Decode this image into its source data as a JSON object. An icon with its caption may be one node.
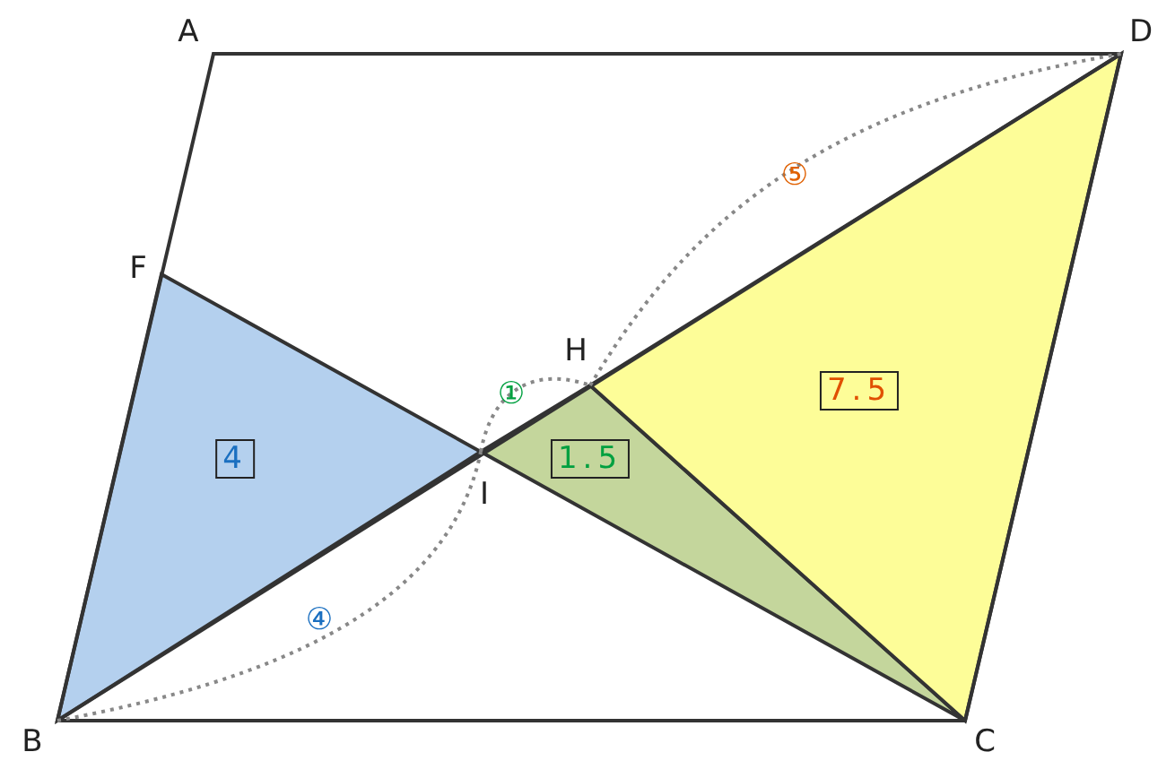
{
  "diagram": {
    "labels": [
      "A",
      "D",
      "F",
      "⑤",
      "H",
      "①",
      "7.5",
      "4",
      "1.5",
      "I",
      "④",
      "B",
      "C"
    ]
  }
}
